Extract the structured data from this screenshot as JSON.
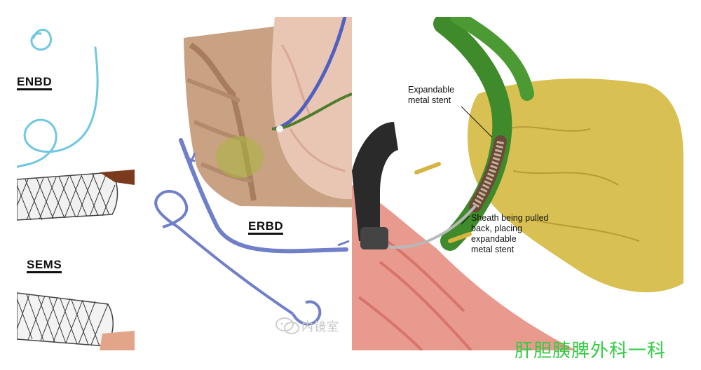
{
  "labels": {
    "enbd": "ENBD",
    "sems": "SEMS",
    "erbd": "ERBD"
  },
  "callouts": {
    "metal_stent": "Expandable\nmetal stent",
    "sheath": "Sheath being pulled\nback, placing\nexpandable\nmetal stent"
  },
  "watermark": {
    "text": "内镜室",
    "icon": "wechat-icon"
  },
  "footer": {
    "caption": "肝胆胰脾外科一科"
  },
  "colors": {
    "catheter_cyan": "#6fc7e3",
    "plastic_stent_blue": "#6f7fc9",
    "bile_green": "#3f8a2a",
    "pancreas_yellow": "#d8c052",
    "duodenum_pink": "#e89a8f",
    "caption_green": "#33cc44"
  }
}
